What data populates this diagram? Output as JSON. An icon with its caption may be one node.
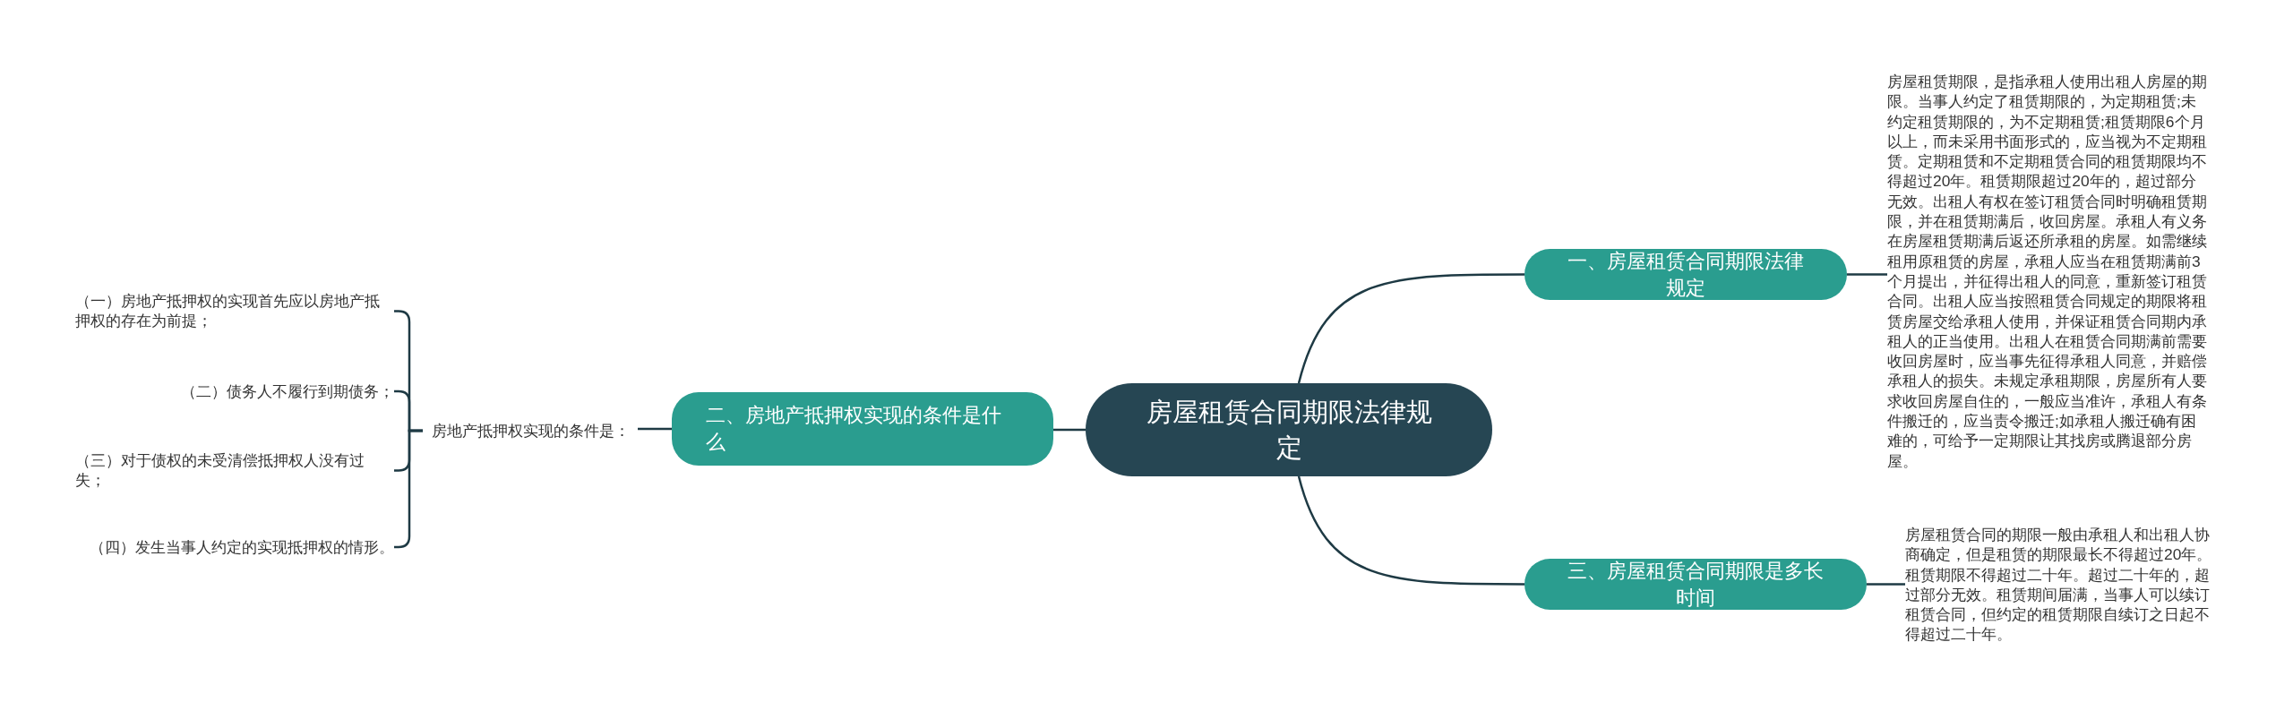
{
  "diagram": {
    "nodes": [
      {
        "text": [
          "房屋租赁合同期限法律规定"
        ]
      },
      {
        "text": [
          "一、房屋租赁合同期限法律规定"
        ]
      },
      {
        "text": [
          "房屋租赁期限，是指承租人使用出租人房屋的期限。当事人约定了租赁期限的，为定期租赁;未约定租赁期限的，为不定期租赁;租赁期限6个月以上，而未采用书面形式的，应当视为不定期租赁。定期租赁和不定期租赁合同的租赁期限均不得超过20年。租赁期限超过20年的，超过部分无效。出租人有权在签订租赁合同时明确租赁期限，并在租赁期满后，收回房屋。承租人有义务在房屋租赁期满后返还所承租的房屋。如需继续租用原租赁的房屋，承租人应当在租赁期满前3个月提出，并征得出租人的同意，重新签订租赁合同。出租人应当按照租赁合同规定的期限将租赁房屋交给承租人使用，并保证租赁合同期内承租人的正当使用。出租人在租赁合同期满前需要收回房屋时，应当事先征得承租人同意，并赔偿承租人的损失。未规定承租期限，房屋所有人要求收回房屋自住的，一般应当准许，承租人有条件搬迁的，应当责令搬迁;如承租人搬迁确有困难的，可给予一定期限让其找房或腾退部分房屋。"
        ]
      },
      {
        "text": [
          "二、房地产抵押权实现的条件是什么"
        ]
      },
      {
        "text": [
          "房地产抵押权实现的条件是："
        ]
      },
      {
        "text": [
          "（一）房地产抵押权的实现首先应以房地产抵押权的存在为前提；"
        ]
      },
      {
        "text": [
          "（二）债务人不履行到期债务；"
        ]
      },
      {
        "text": [
          "（三）对于债权的未受清偿抵押权人没有过失；"
        ]
      },
      {
        "text": [
          "（四）发生当事人约定的实现抵押权的情形。"
        ]
      },
      {
        "text": [
          "三、房屋租赁合同期限是多长时间"
        ]
      },
      {
        "text": [
          "房屋租赁合同的期限一般由承租人和出租人协商确定，但是租赁的期限最长不得超过20年。租赁期限不得超过二十年。超过二十年的，超过部分无效。租赁期间届满，当事人可以续订租赁合同，但约定的租赁期限自续订之日起不得超过二十年。"
        ]
      }
    ],
    "edges": [
      {
        "from": 0,
        "to": 1,
        "arrow": "none"
      },
      {
        "from": 1,
        "to": 2,
        "arrow": "none"
      },
      {
        "from": 0,
        "to": 3,
        "arrow": "none"
      },
      {
        "from": 3,
        "to": 4,
        "arrow": "none"
      },
      {
        "from": 4,
        "to": 5,
        "arrow": "none"
      },
      {
        "from": 4,
        "to": 6,
        "arrow": "none"
      },
      {
        "from": 4,
        "to": 7,
        "arrow": "none"
      },
      {
        "from": 4,
        "to": 8,
        "arrow": "none"
      },
      {
        "from": 0,
        "to": 9,
        "arrow": "none"
      },
      {
        "from": 9,
        "to": 10,
        "arrow": "none"
      }
    ]
  }
}
